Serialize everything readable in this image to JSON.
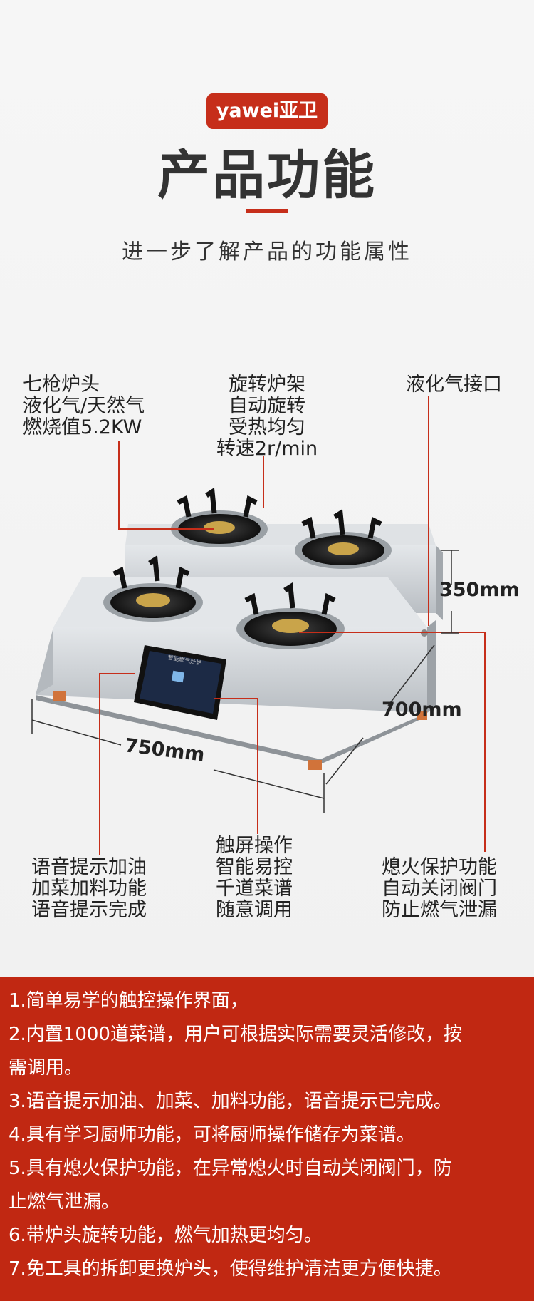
{
  "header": {
    "brand_badge": "yawei亚卫",
    "title": "产品功能",
    "subtitle": "进一步了解产品的功能属性"
  },
  "callouts": {
    "burner": [
      "七枪炉头",
      "液化气/天然气",
      "燃烧值5.2KW"
    ],
    "rotating_rack": [
      "旋转炉架",
      "自动旋转",
      "受热均匀",
      "转速2r/min"
    ],
    "gas_inlet": [
      "液化气接口"
    ],
    "voice": [
      "语音提示加油",
      "加菜加料功能",
      "语音提示完成"
    ],
    "touchscreen": [
      "触屏操作",
      "智能易控",
      "千道菜谱",
      "随意调用"
    ],
    "flameout": [
      "熄火保护功能",
      "自动关闭阀门",
      "防止燃气泄漏"
    ]
  },
  "dimensions": {
    "height": "350mm",
    "depth": "700mm",
    "width": "750mm"
  },
  "screen_caption": "智能燃气灶炉",
  "features": [
    "1.简单易学的触控操作界面，",
    "2.内置1000道菜谱，用户可根据实际需要灵活修改，按",
    "需调用。",
    "3.语音提示加油、加菜、加料功能，语音提示已完成。",
    "4.具有学习厨师功能，可将厨师操作储存为菜谱。",
    "5.具有熄火保护功能，在异常熄火时自动关闭阀门，防",
    "止燃气泄漏。",
    "6.带炉头旋转功能，燃气加热更均匀。",
    "7.免工具的拆卸更换炉头，使得维护清洁更方便快捷。"
  ],
  "colors": {
    "accent": "#c62e1a",
    "bottom_bg": "#c12812",
    "stainless": "#c9cdd1"
  }
}
